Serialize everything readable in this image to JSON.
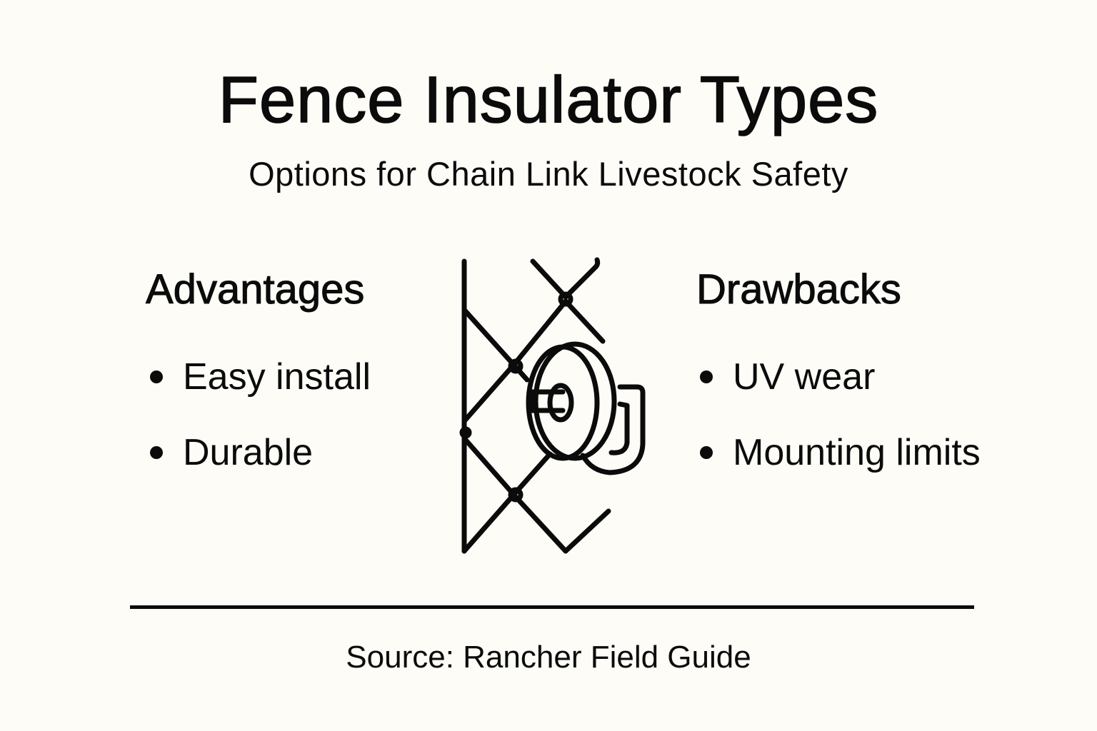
{
  "title": "Fence Insulator Types",
  "subtitle": "Options for Chain Link Livestock Safety",
  "advantages": {
    "heading": "Advantages",
    "items": [
      "Easy install",
      "Durable"
    ]
  },
  "drawbacks": {
    "heading": "Drawbacks",
    "items": [
      "UV wear",
      "Mounting limits"
    ]
  },
  "illustration": {
    "icon": "chain-link-fence-insulator-icon"
  },
  "source": "Source: Rancher Field Guide"
}
